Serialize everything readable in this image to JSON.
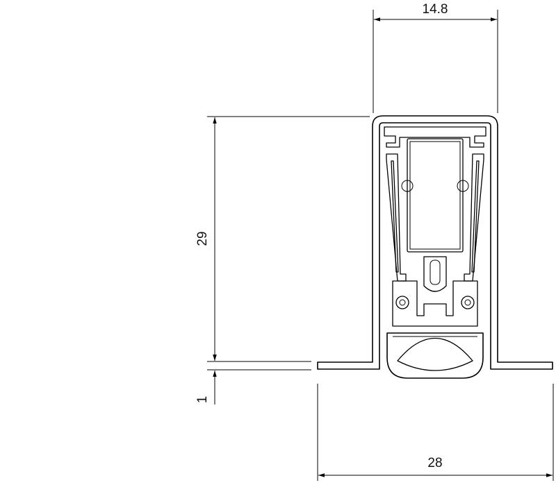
{
  "drawing": {
    "type": "profile cross-section",
    "dimensions": {
      "top_width": "14.8",
      "height": "29",
      "base_offset": "1",
      "base_width": "28"
    }
  }
}
